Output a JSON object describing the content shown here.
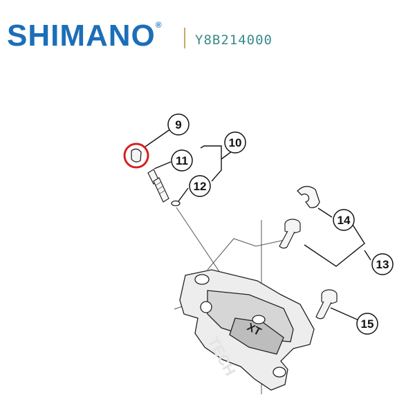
{
  "header": {
    "brand": "SHIMANO",
    "brand_mark": "®",
    "part_number": "Y8B214000"
  },
  "callouts": [
    {
      "id": "9",
      "label": "9"
    },
    {
      "id": "10",
      "label": "10"
    },
    {
      "id": "11",
      "label": "11"
    },
    {
      "id": "12",
      "label": "12"
    },
    {
      "id": "13",
      "label": "13"
    },
    {
      "id": "14",
      "label": "14"
    },
    {
      "id": "15",
      "label": "15"
    }
  ],
  "caliper_text": {
    "model": "XT",
    "watermark": "TECH"
  },
  "colors": {
    "brand_blue": "#1b6fb8",
    "part_number": "#3a8a8a",
    "highlight_circle": "#d62020",
    "line": "#111111"
  }
}
